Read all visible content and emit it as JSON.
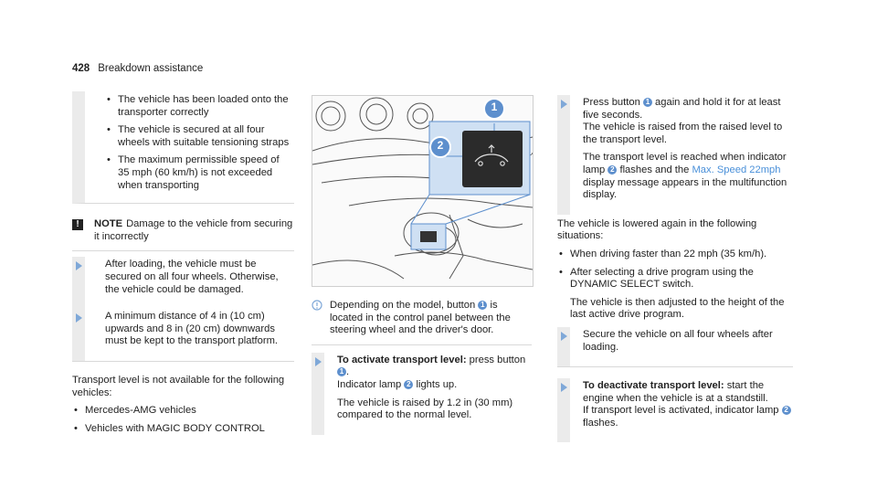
{
  "header": {
    "page_number": "428",
    "section": "Breakdown assistance"
  },
  "col1": {
    "requirements": [
      "The vehicle has been loaded onto the transporter correctly",
      "The vehicle is secured at all four wheels with suitable tensioning straps",
      "The maximum permissible speed of 35 mph (60 km/h) is not exceeded when transporting"
    ],
    "note": {
      "icon": "!",
      "title": "NOTE",
      "text": "Damage to the vehicle from securing it incorrectly"
    },
    "steps": [
      "After loading, the vehicle must be secured on all four wheels. Otherwise, the vehicle could be damaged.",
      "A minimum distance of 4 in (10 cm) upwards and 8 in (20 cm) downwards must be kept to the transport platform."
    ],
    "intro": "Transport level is not available for the following vehicles:",
    "vehicles": [
      "Mercedes-AMG vehicles",
      "Vehicles with MAGIC BODY CONTROL"
    ]
  },
  "col2": {
    "figure": {
      "callout_1": "1",
      "callout_2": "2"
    },
    "tip_parts": [
      "Depending on the model, button ",
      "1",
      " is located in the control panel between the steering wheel and the driver's door."
    ],
    "activate": {
      "label": "To activate transport level:",
      "text1": " press button ",
      "badge1": "1",
      "text2": ".",
      "line2_a": "Indicator lamp ",
      "badge2": "2",
      "line2_b": " lights up.",
      "result": "The vehicle is raised by 1.2 in (30 mm) compared to the normal level."
    }
  },
  "col3": {
    "press": {
      "a": "Press button ",
      "badge1": "1",
      "b": " again and hold it for at least five seconds.",
      "c": "The vehicle is raised from the raised level to the transport level.",
      "d1": "The transport level is reached when indicator lamp ",
      "badge2": "2",
      "d2": " flashes and the ",
      "link": "Max. Speed 22mph",
      "d3": " display message appears in the multifunction display."
    },
    "lowered_intro": "The vehicle is lowered again in the following situations:",
    "lowered_list": [
      "When driving faster than 22 mph (35 km/h).",
      "After selecting a drive program using the DYNAMIC SELECT switch."
    ],
    "lowered_note": "The vehicle is then adjusted to the height of the last active drive program.",
    "secure": "Secure the vehicle on all four wheels after loading.",
    "deactivate": {
      "label": "To deactivate transport level:",
      "text": " start the engine when the vehicle is at a standstill.",
      "line2": "If transport level is activated, indicator lamp ",
      "badge": "2",
      "line2_b": " flashes."
    }
  },
  "colors": {
    "accent": "#5d8fcd",
    "link": "#4a90d9",
    "shade": "#ebebeb"
  }
}
